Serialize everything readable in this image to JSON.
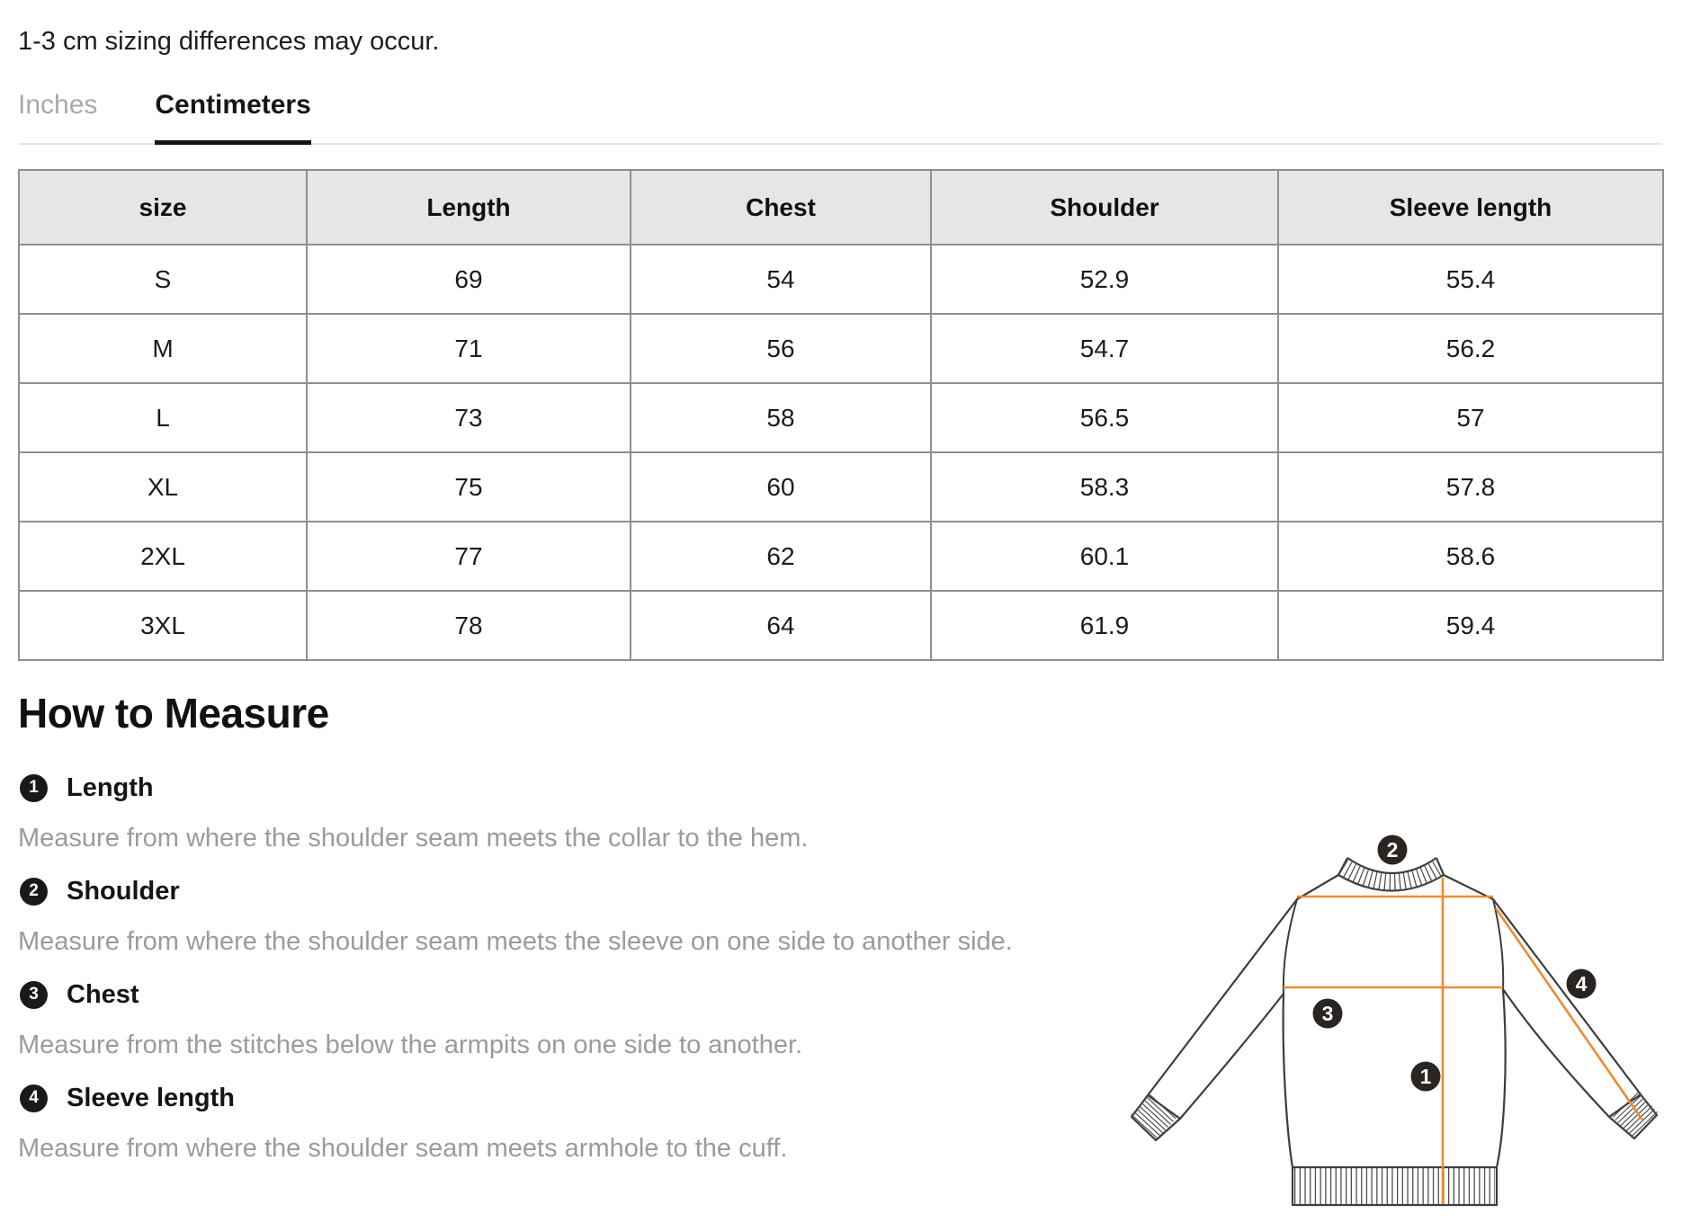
{
  "note": "1-3 cm sizing differences may occur.",
  "unit_tabs": [
    {
      "label": "Inches",
      "active": false
    },
    {
      "label": "Centimeters",
      "active": true
    }
  ],
  "size_table": {
    "columns": [
      "size",
      "Length",
      "Chest",
      "Shoulder",
      "Sleeve length"
    ],
    "rows": [
      [
        "S",
        "69",
        "54",
        "52.9",
        "55.4"
      ],
      [
        "M",
        "71",
        "56",
        "54.7",
        "56.2"
      ],
      [
        "L",
        "73",
        "58",
        "56.5",
        "57"
      ],
      [
        "XL",
        "75",
        "60",
        "58.3",
        "57.8"
      ],
      [
        "2XL",
        "77",
        "62",
        "60.1",
        "58.6"
      ],
      [
        "3XL",
        "78",
        "64",
        "61.9",
        "59.4"
      ]
    ]
  },
  "how_to_measure": {
    "title": "How to Measure",
    "items": [
      {
        "num": "1",
        "label": "Length",
        "description": "Measure from where the shoulder seam meets the collar to the hem."
      },
      {
        "num": "2",
        "label": "Shoulder",
        "description": "Measure from where the shoulder seam meets the sleeve on one side to another side."
      },
      {
        "num": "3",
        "label": "Chest",
        "description": "Measure from the stitches below the armpits on one side to another."
      },
      {
        "num": "4",
        "label": "Sleeve length",
        "description": "Measure from where the shoulder seam meets armhole to the cuff."
      }
    ]
  },
  "diagram": {
    "badges": [
      "1",
      "2",
      "3",
      "4"
    ],
    "accent_color": "#ef8a2f",
    "outline_color": "#3d3d3d",
    "badge_color": "#2a2422"
  }
}
